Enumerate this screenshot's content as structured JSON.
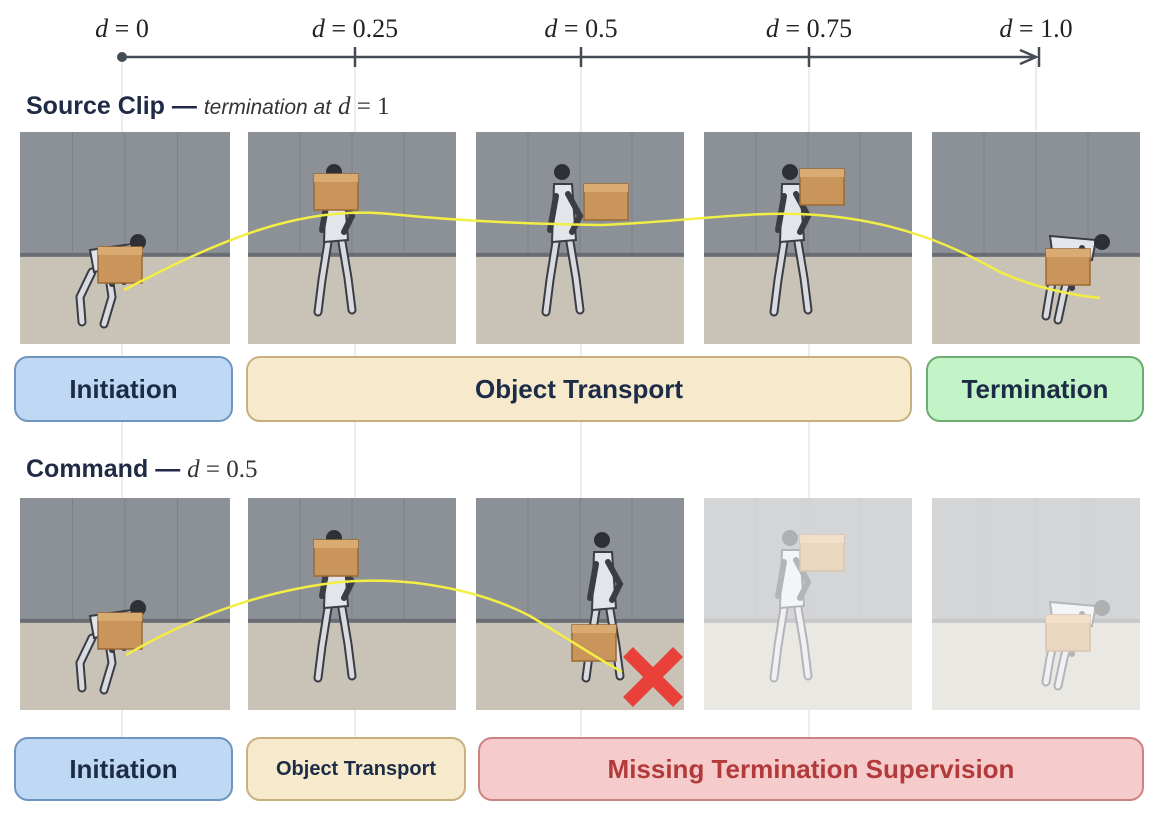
{
  "timeline": {
    "ticks": [
      {
        "var": "d",
        "op": "=",
        "val": "0"
      },
      {
        "var": "d",
        "op": "=",
        "val": "0.25"
      },
      {
        "var": "d",
        "op": "=",
        "val": "0.5"
      },
      {
        "var": "d",
        "op": "=",
        "val": "0.75"
      },
      {
        "var": "d",
        "op": "=",
        "val": "1.0"
      }
    ]
  },
  "source": {
    "title": "Source Clip",
    "dash": "—",
    "note": "termination at",
    "math_var": "d",
    "math_rest": "= 1",
    "phases": {
      "initiation": "Initiation",
      "transport": "Object Transport",
      "termination": "Termination"
    }
  },
  "command": {
    "title": "Command",
    "dash": "—",
    "math_var": "d",
    "math_rest": "= 0.5",
    "phases": {
      "initiation": "Initiation",
      "transport": "Object Transport",
      "missing": "Missing Termination Supervision"
    }
  },
  "colors": {
    "initiation": "#bfd8f4",
    "transport": "#f6e9cc",
    "termination": "#c3f4c7",
    "missing": "#f5cbcb",
    "trajectory": "#f3ee45",
    "failure_cross": "#e8413a"
  },
  "icons": {
    "failure": "red-x-icon",
    "robot": "humanoid-robot-icon",
    "box": "cardboard-box-icon"
  }
}
